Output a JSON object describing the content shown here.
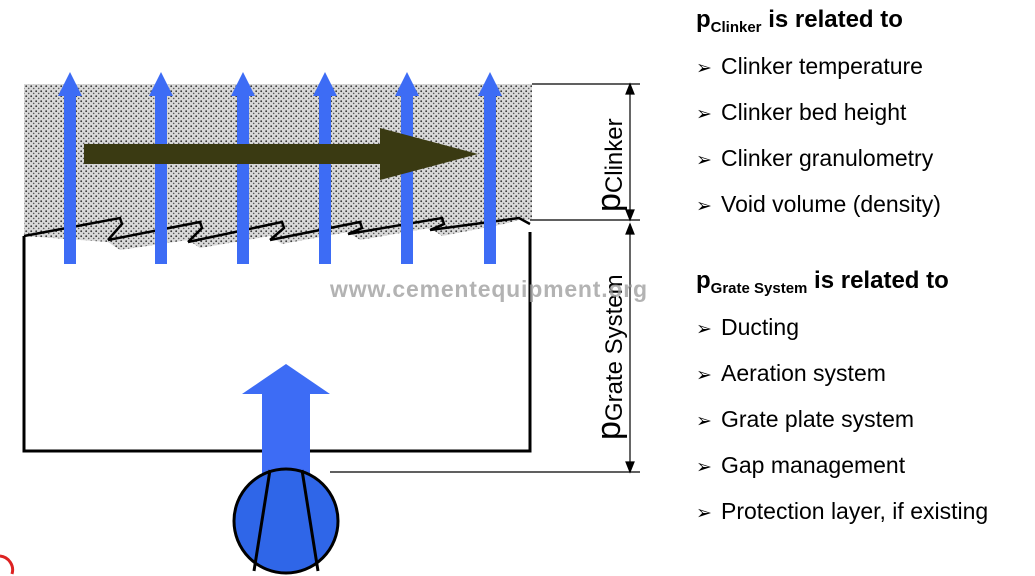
{
  "watermark": "www.cementequipment.org",
  "labels": {
    "clinker_p": "p",
    "clinker_sub": "Clinker",
    "grate_p": "p",
    "grate_sub": "Grate System"
  },
  "clinker_section": {
    "heading_p": "p",
    "heading_sub": "Clinker",
    "heading_rest": " is related to",
    "bullet": "➢",
    "items": [
      "Clinker temperature",
      "Clinker bed height",
      "Clinker granulometry",
      "Void volume (density)"
    ]
  },
  "grate_section": {
    "heading_p": "p",
    "heading_sub": "Grate System",
    "heading_rest": " is related to",
    "bullet": "➢",
    "items": [
      "Ducting",
      "Aeration system",
      "Grate plate system",
      "Gap management",
      "Protection layer, if existing"
    ]
  },
  "colors": {
    "air_arrow": "#3d6cf5",
    "flow_arrow": "#3a3a12",
    "fan": "#2f66e8",
    "clinker_bed": "#c8c8c8"
  },
  "icons": {
    "bullet": "arrowhead-bullet-icon",
    "fan": "fan-icon"
  }
}
